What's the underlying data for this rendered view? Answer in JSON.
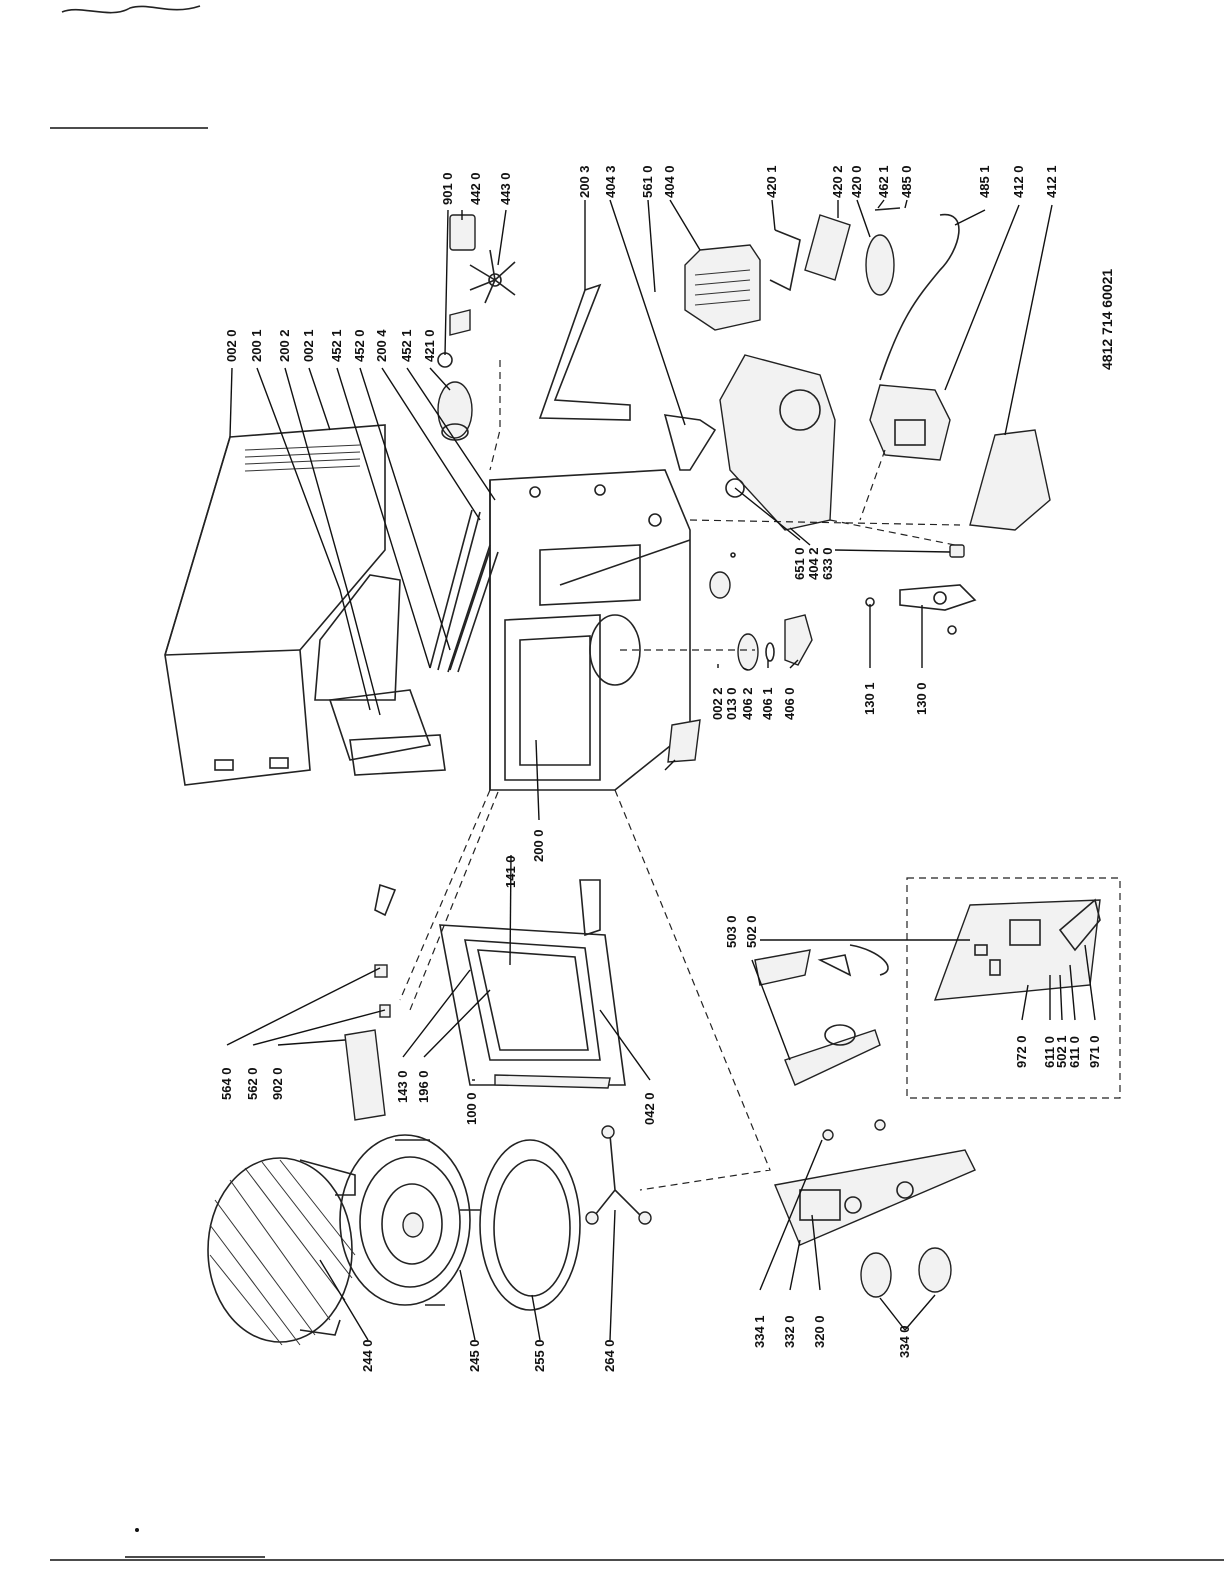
{
  "document_code": "4812 714 60021",
  "callouts": [
    {
      "label": "002 0"
    },
    {
      "label": "200 1"
    },
    {
      "label": "200 2"
    },
    {
      "label": "002 1"
    },
    {
      "label": "452 1"
    },
    {
      "label": "452 0"
    },
    {
      "label": "200 4"
    },
    {
      "label": "452 1"
    },
    {
      "label": "421 0"
    },
    {
      "label": "901 0"
    },
    {
      "label": "442 0"
    },
    {
      "label": "443 0"
    },
    {
      "label": "200 3"
    },
    {
      "label": "404 3"
    },
    {
      "label": "561 0"
    },
    {
      "label": "404 0"
    },
    {
      "label": "420 1"
    },
    {
      "label": "420 2"
    },
    {
      "label": "420 0"
    },
    {
      "label": "462 1"
    },
    {
      "label": "485 0"
    },
    {
      "label": "485 1"
    },
    {
      "label": "412 0"
    },
    {
      "label": "412 1"
    },
    {
      "label": "651 0"
    },
    {
      "label": "404 2"
    },
    {
      "label": "633 0"
    },
    {
      "label": "002 2"
    },
    {
      "label": "013 0"
    },
    {
      "label": "406 2"
    },
    {
      "label": "406 1"
    },
    {
      "label": "406 0"
    },
    {
      "label": "130 1"
    },
    {
      "label": "130 0"
    },
    {
      "label": "200 0"
    },
    {
      "label": "141 0"
    },
    {
      "label": "564 0"
    },
    {
      "label": "562 0"
    },
    {
      "label": "902 0"
    },
    {
      "label": "143 0"
    },
    {
      "label": "196 0"
    },
    {
      "label": "100 0"
    },
    {
      "label": "042 0"
    },
    {
      "label": "503 0"
    },
    {
      "label": "502 0"
    },
    {
      "label": "972 0"
    },
    {
      "label": "611 0"
    },
    {
      "label": "502 1"
    },
    {
      "label": "611 0"
    },
    {
      "label": "971 0"
    },
    {
      "label": "244 0"
    },
    {
      "label": "245 0"
    },
    {
      "label": "255 0"
    },
    {
      "label": "264 0"
    },
    {
      "label": "334 1"
    },
    {
      "label": "332 0"
    },
    {
      "label": "320 0"
    },
    {
      "label": "334 0"
    }
  ]
}
